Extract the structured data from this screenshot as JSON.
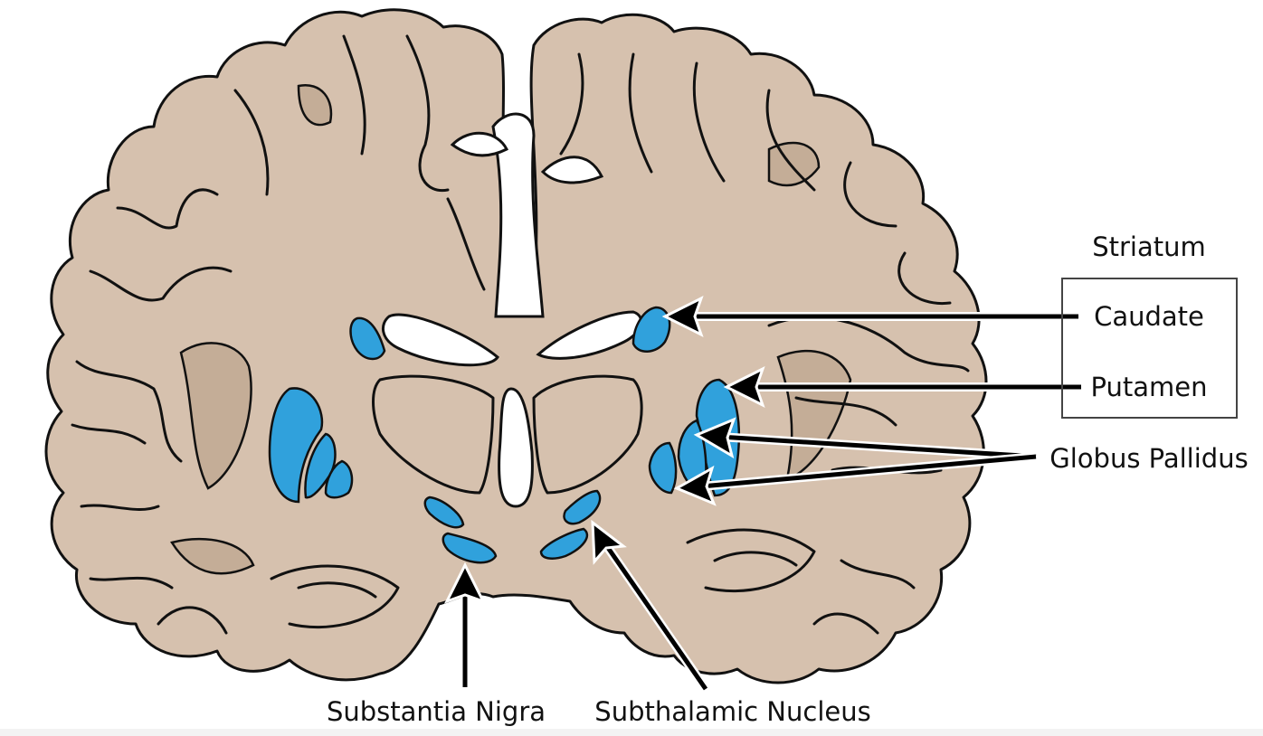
{
  "colors": {
    "tissue": "#d6c1ae",
    "shade": "#c4ad97",
    "white_space": "#ffffff",
    "nucleus": "#30a1dc",
    "outline": "#111111",
    "label_text": "#111111"
  },
  "labels": {
    "striatum": "Striatum",
    "caudate": "Caudate",
    "putamen": "Putamen",
    "globus_pallidus": "Globus Pallidus",
    "substantia_nigra": "Substantia Nigra",
    "subthalamic_nucleus": "Subthalamic Nucleus"
  }
}
